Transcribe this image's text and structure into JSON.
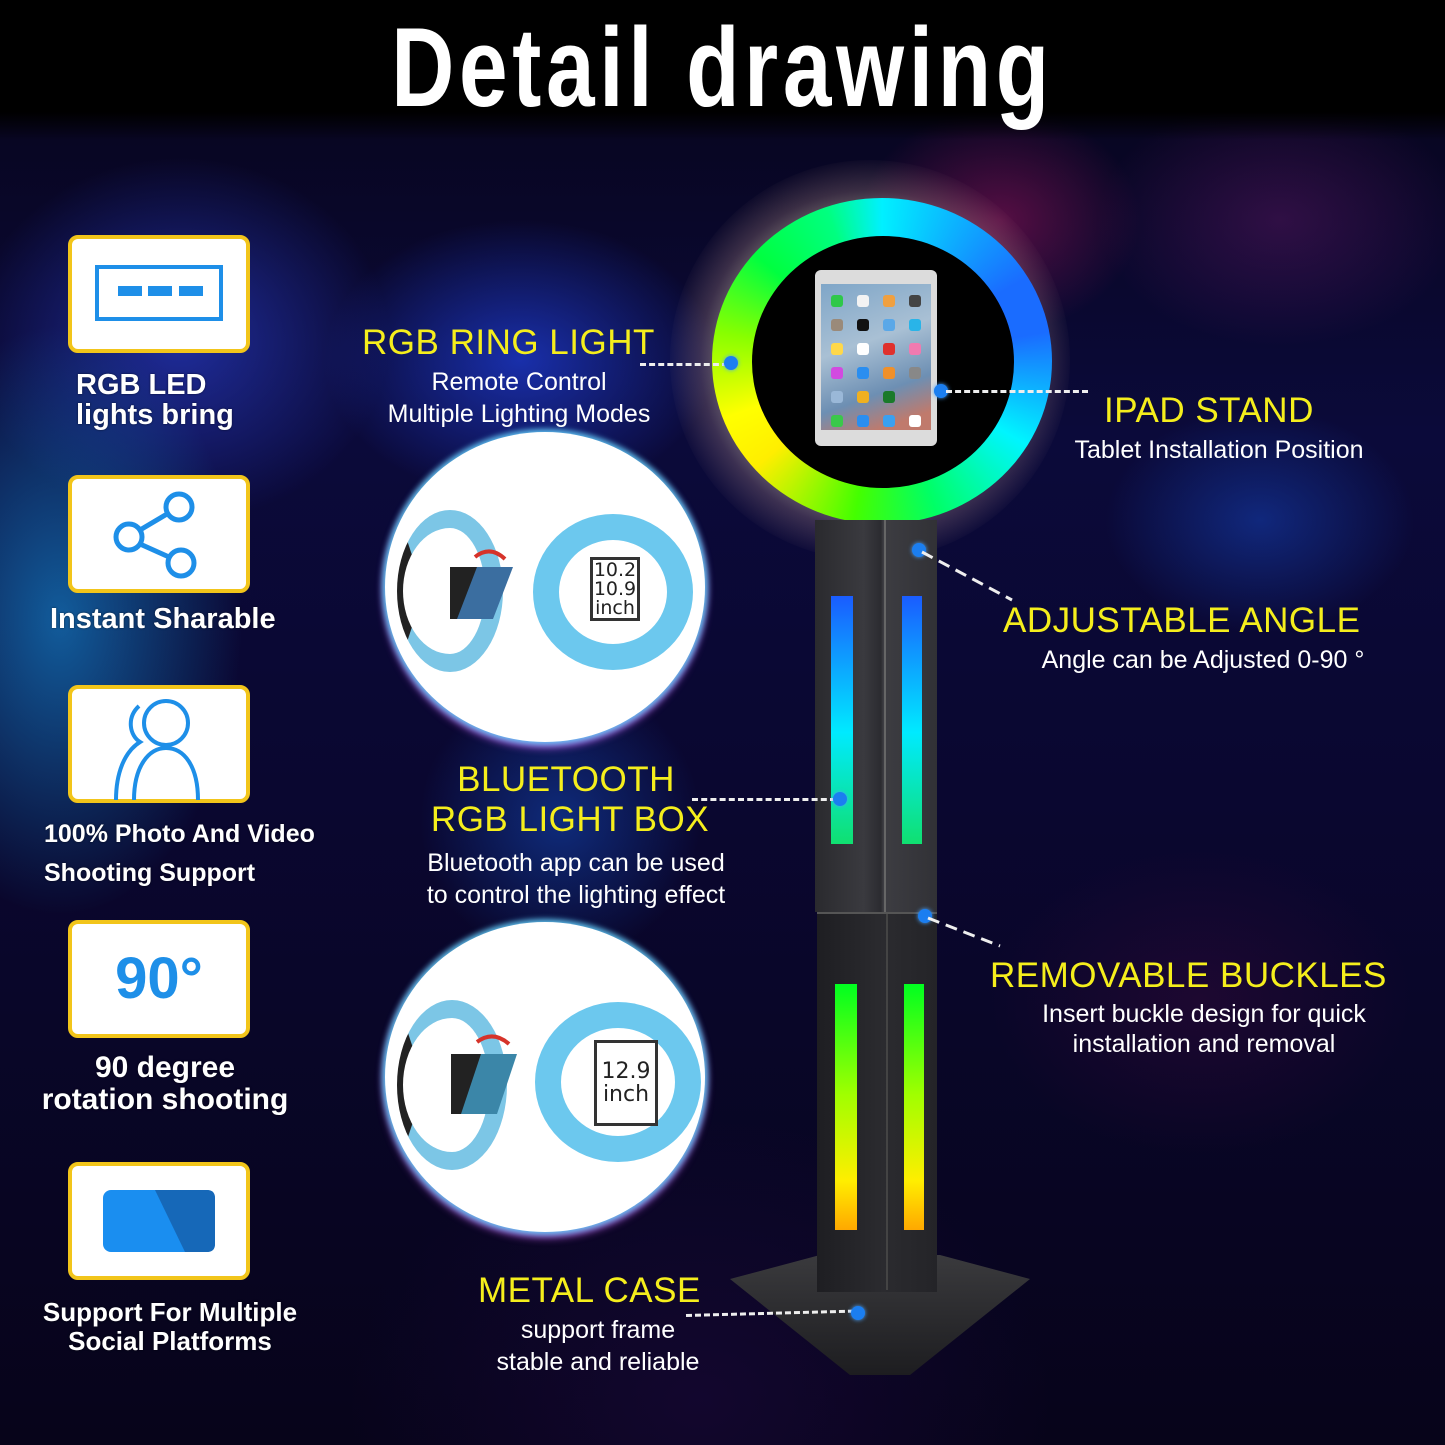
{
  "title": "Detail drawing",
  "features": [
    {
      "icon": "led-strip-icon",
      "label_lines": [
        "RGB LED",
        "lights bring"
      ]
    },
    {
      "icon": "share-icon",
      "label_lines": [
        "Instant Sharable"
      ]
    },
    {
      "icon": "users-icon",
      "label_lines": [
        "100% Photo And Video",
        "Shooting Support"
      ]
    },
    {
      "icon": "rotation-90-icon",
      "icon_text": "90°",
      "label_lines": [
        "90 degree",
        "rotation shooting"
      ]
    },
    {
      "icon": "social-platform-icon",
      "label_lines": [
        "Support For Multiple",
        "Social Platforms"
      ]
    }
  ],
  "callouts": {
    "ring_light": {
      "title": "RGB RING LIGHT",
      "desc": [
        "Remote Control",
        "Multiple Lighting Modes"
      ]
    },
    "ipad_stand": {
      "title": "IPAD STAND",
      "desc": [
        "Tablet Installation Position"
      ]
    },
    "adjustable_angle": {
      "title": "ADJUSTABLE ANGLE",
      "desc": [
        "Angle can be Adjusted 0-90 °"
      ]
    },
    "light_box": {
      "title_lines": [
        "BLUETOOTH",
        "RGB LIGHT BOX"
      ],
      "desc": [
        "Bluetooth app can be used",
        "to control the lighting effect"
      ]
    },
    "buckles": {
      "title": "REMOVABLE BUCKLES",
      "desc": [
        "Insert buckle design for quick",
        "installation and removal"
      ]
    },
    "metal_case": {
      "title": "METAL CASE",
      "desc": [
        "support frame",
        "stable and reliable"
      ]
    }
  },
  "detail_insets": [
    {
      "size_lines": [
        "10.2",
        "10.9",
        "inch"
      ]
    },
    {
      "size_lines": [
        "12.9",
        "inch"
      ]
    }
  ],
  "colors": {
    "callout_title": "#f5ee1c",
    "icon_blue": "#1e8fe8",
    "box_border": "#f2c51a",
    "marker_dot": "#1b7ef0"
  }
}
